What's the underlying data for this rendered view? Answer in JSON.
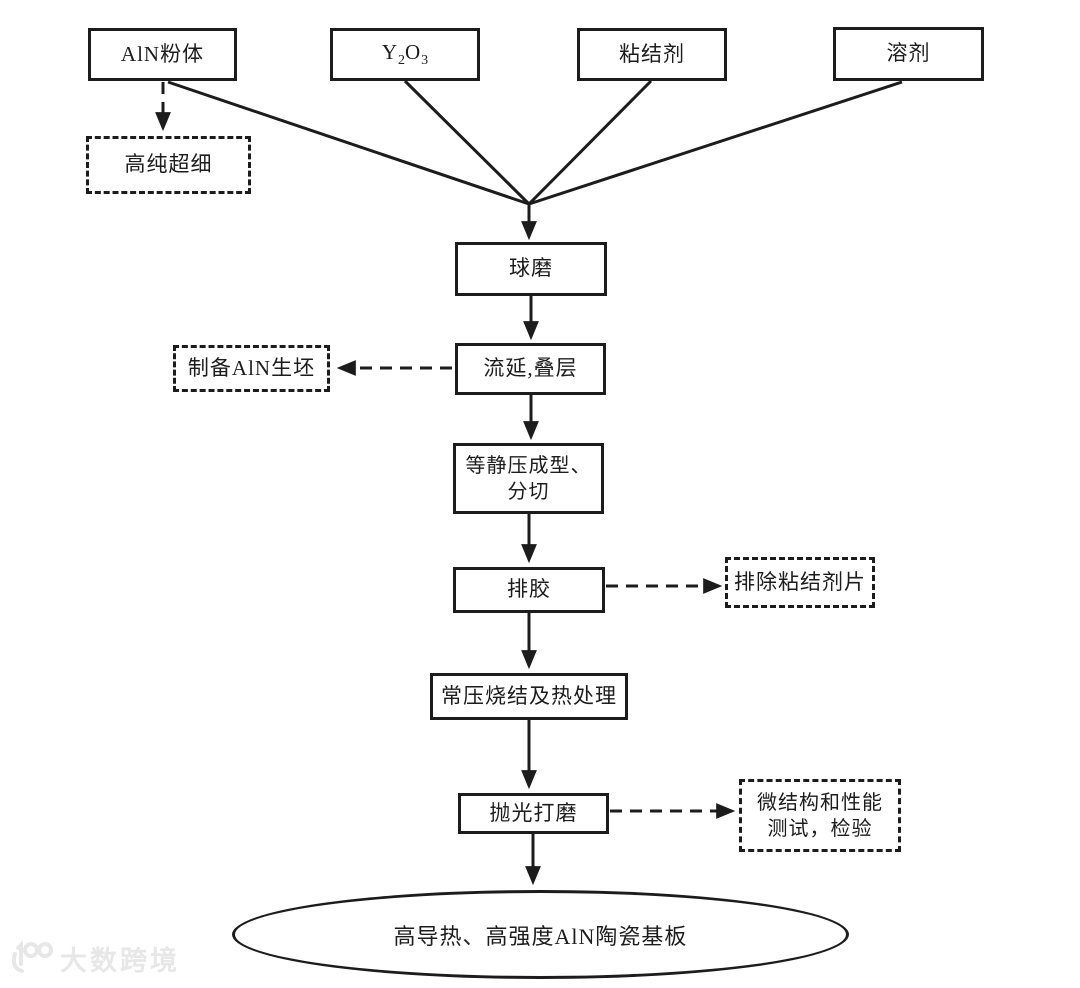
{
  "diagram": {
    "title_implicit": "AlN ceramic substrate fabrication flowchart",
    "nodes": {
      "aln_powder": {
        "label": "AlN粉体"
      },
      "y2o3": {
        "base1": "Y",
        "sub1": "2",
        "base2": "O",
        "sub2": "3"
      },
      "binder": {
        "label": "粘结剂"
      },
      "solvent": {
        "label": "溶剂"
      },
      "high_purity": {
        "label": "高纯超细"
      },
      "ball_milling": {
        "label": "球磨"
      },
      "tape_casting": {
        "label": "流延,叠层"
      },
      "green_body": {
        "label": "制备AlN生坯"
      },
      "isostatic_pressing": {
        "line1": "等静压成型、",
        "line2": "分切"
      },
      "debinding": {
        "label": "排胶"
      },
      "binder_sheet_removal": {
        "label": "排除粘结剂片"
      },
      "sintering": {
        "label": "常压烧结及热处理"
      },
      "polishing": {
        "label": "抛光打磨"
      },
      "testing": {
        "line1": "微结构和性能",
        "line2": "测试，检验"
      },
      "final_product": {
        "label": "高导热、高强度AlN陶瓷基板"
      }
    },
    "watermark": {
      "logo": "100",
      "brand": "大数跨境"
    }
  },
  "colors": {
    "line": "#1c1c1c",
    "background": "#ffffff",
    "watermark": "#e7e7e7"
  }
}
